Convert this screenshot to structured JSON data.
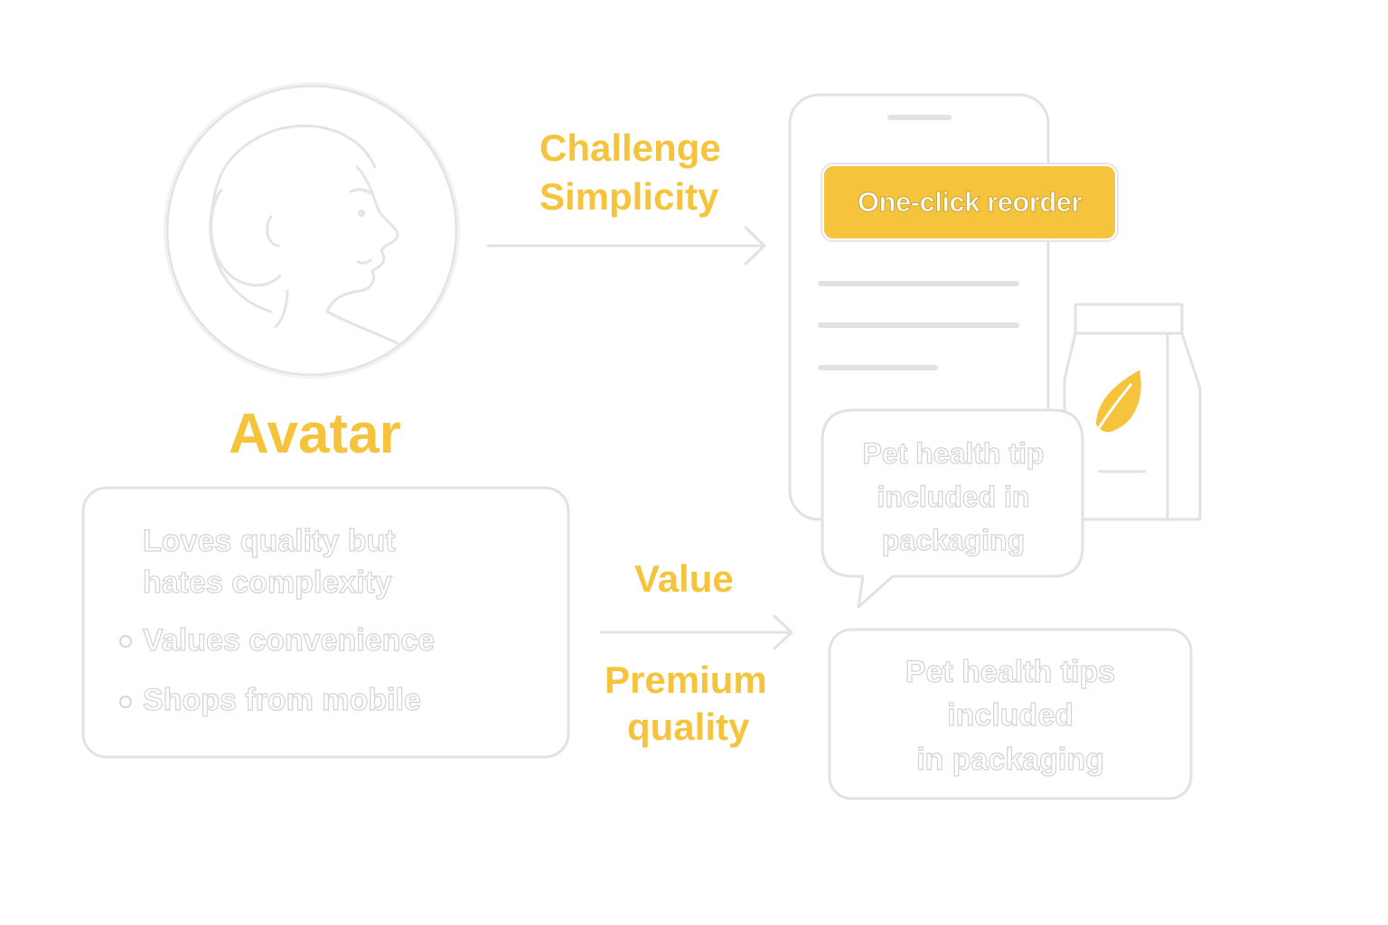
{
  "avatar": {
    "title": "Avatar",
    "traits": {
      "lead_line1": "Loves quality but",
      "lead_line2": "hates complexity",
      "bullets": [
        "Values convenience",
        "Shops from mobile"
      ]
    }
  },
  "connectors": {
    "top_line1": "Challenge",
    "top_line2": "Simplicity",
    "bottom_top": "Value",
    "bottom_line1": "Premium",
    "bottom_line2": "quality"
  },
  "phone": {
    "button_label": "One-click reorder",
    "bubble_line1": "Pet health tip",
    "bubble_line2": "included in",
    "bubble_line3": "packaging"
  },
  "result_card": {
    "line1": "Pet health tips",
    "line2": "included",
    "line3": "in packaging"
  },
  "colors": {
    "accent": "#f5c43c",
    "outline": "#e2e2e2",
    "background": "#ffffff"
  },
  "icons": [
    "woman-profile-icon",
    "arrow-right-icon",
    "smartphone-icon",
    "pet-food-bag-icon",
    "leaf-icon",
    "speech-bubble-icon"
  ]
}
